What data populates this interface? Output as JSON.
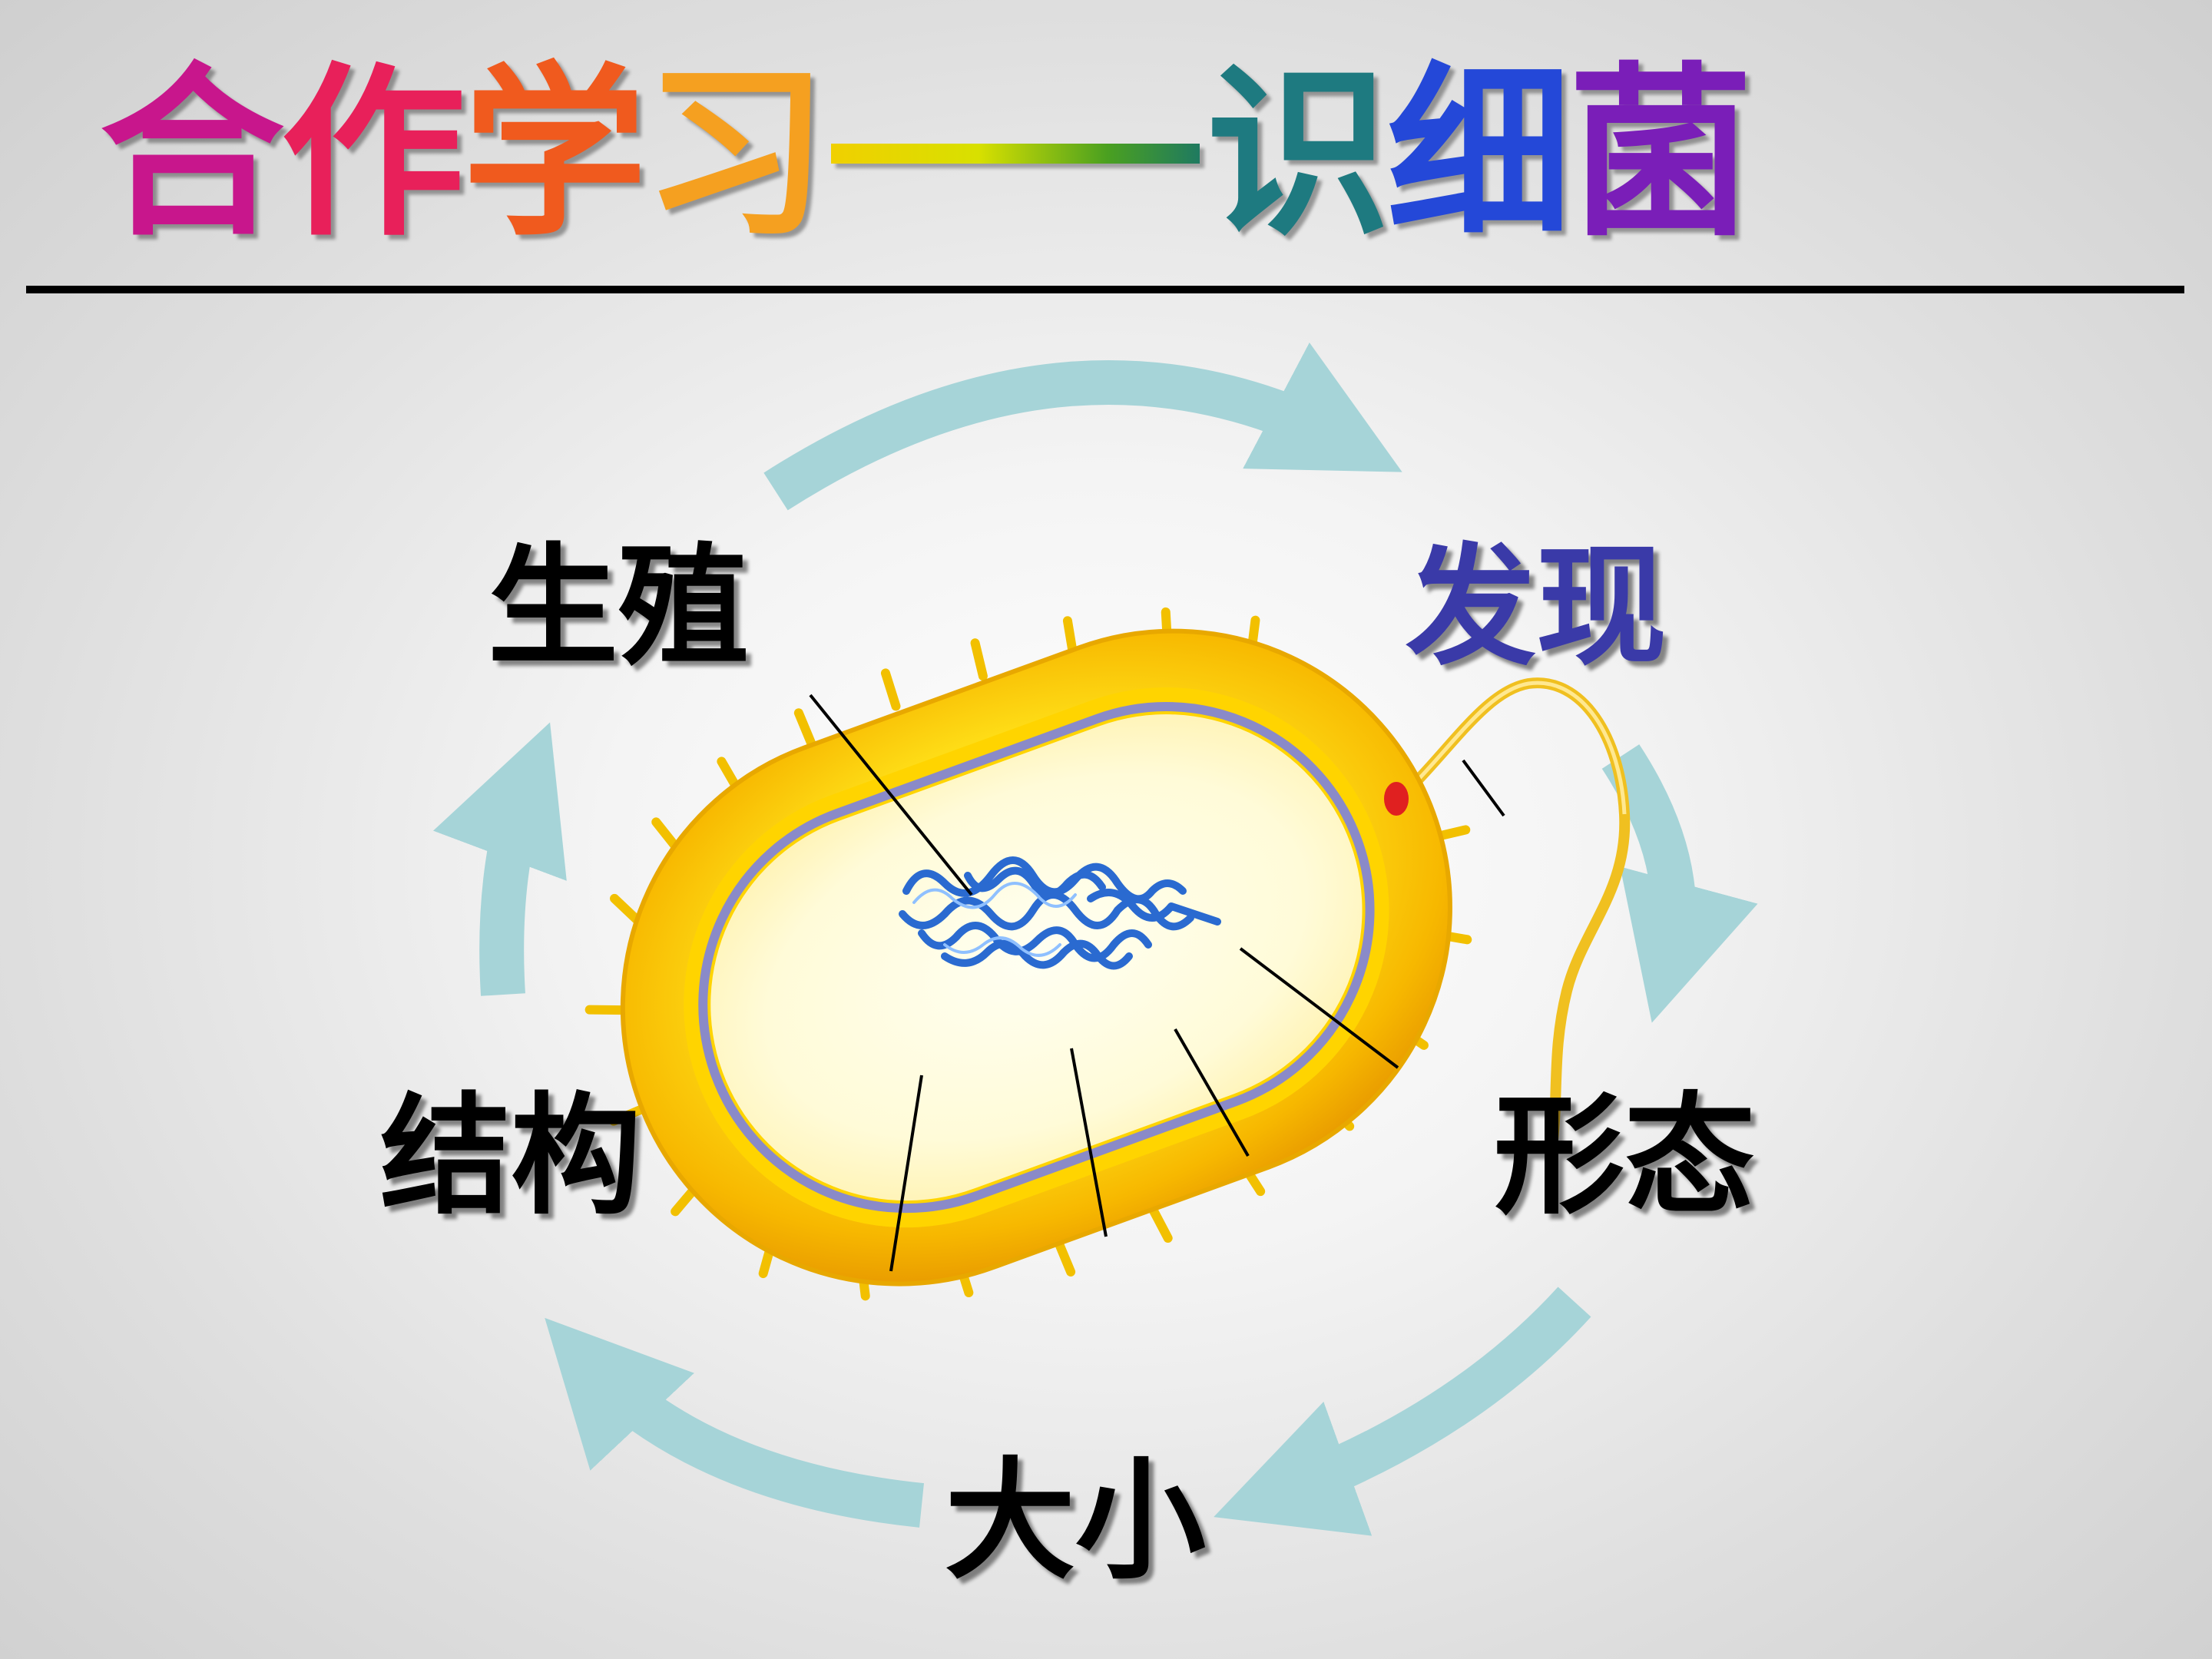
{
  "title": {
    "part1": [
      "合",
      "作",
      "学",
      "习"
    ],
    "part2": [
      "识",
      "细",
      "菌"
    ],
    "part1_colors": [
      "#c8168c",
      "#e8205a",
      "#f05a1e",
      "#f5a020"
    ],
    "part2_colors": [
      "#1e7a80",
      "#2448d8",
      "#7a1eb8"
    ]
  },
  "labels": {
    "reproduction": "生殖",
    "discovery": "发现",
    "structure": "结构",
    "morphology": "形态",
    "size": "大小"
  },
  "colors": {
    "discovery_text": "#3a3aa8",
    "label_text": "#000000",
    "arrow": "#a6d4d8",
    "cell_wall": "#f5c800",
    "nucleoid": "#2a6ad0"
  }
}
